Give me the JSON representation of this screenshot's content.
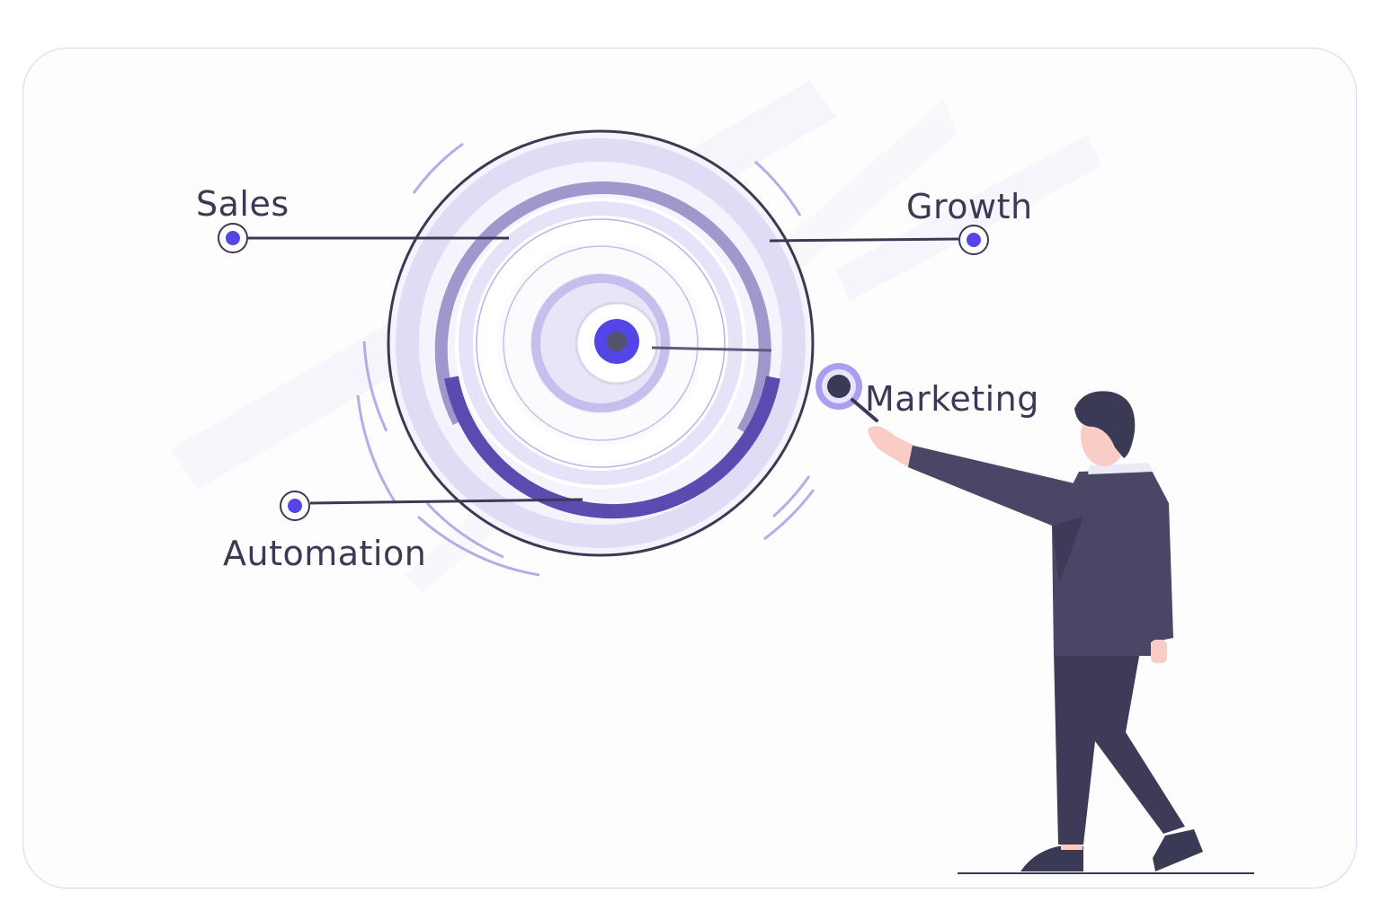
{
  "illustration": {
    "labels": {
      "sales": "Sales",
      "growth": "Growth",
      "marketing": "Marketing",
      "automation": "Automation"
    },
    "colors": {
      "accent": "#5446e6",
      "ring_dark": "#5a4bb0",
      "ring_mid": "#9f98cc",
      "ring_light": "#e6e3f8",
      "ink": "#3b3a55",
      "suit": "#4a4766",
      "skin": "#f9ccc6",
      "border": "#d9d6f5"
    },
    "icons": [
      "target-icon",
      "node-dot-icon",
      "person-pointing-illustration"
    ]
  }
}
